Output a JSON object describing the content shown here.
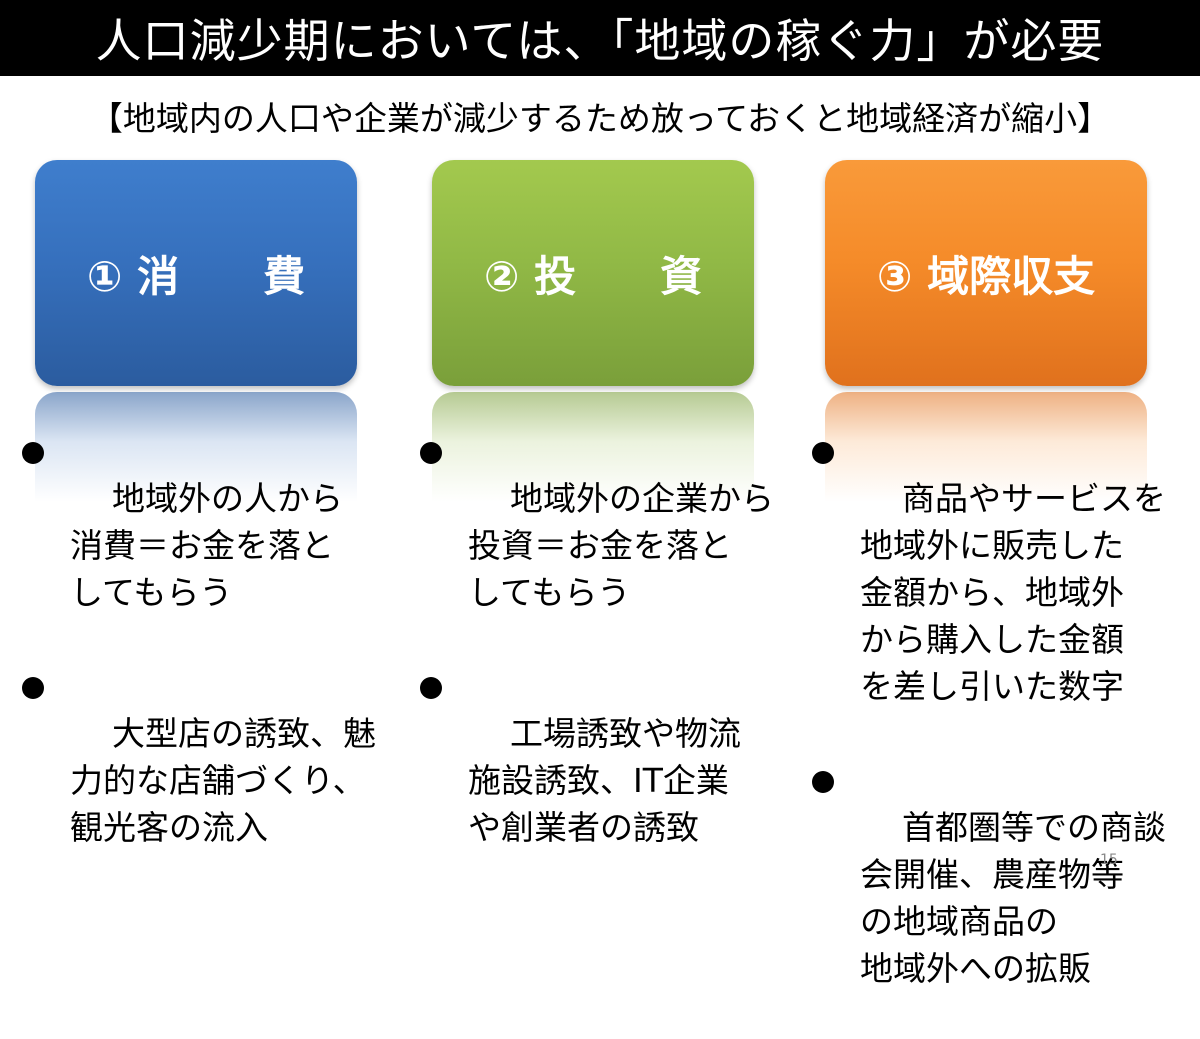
{
  "slide": {
    "title": "人口減少期においては、「地域の稼ぐ力」が必要",
    "subtitle": "【地域内の人口や企業が減少するため放っておくと地域経済が縮小】",
    "page_number": "15"
  },
  "colors": {
    "title_bar": "#000000",
    "box1": "#3670bd",
    "box2": "#91b946",
    "box3": "#f58b29"
  },
  "columns": [
    {
      "label": "① 消　　費",
      "bullets": [
        "地域外の人から\n消費＝お金を落と\nしてもらう",
        "大型店の誘致、魅\n力的な店舗づくり、\n観光客の流入"
      ]
    },
    {
      "label": "② 投　　資",
      "bullets": [
        "地域外の企業から\n投資＝お金を落と\nしてもらう",
        "工場誘致や物流\n施設誘致、IT企業\nや創業者の誘致"
      ]
    },
    {
      "label": "③ 域際収支",
      "bullets": [
        "商品やサービスを\n地域外に販売した\n金額から、地域外\nから購入した金額\nを差し引いた数字",
        "首都圏等での商談\n会開催、農産物等\nの地域商品の\n地域外への拡販"
      ]
    }
  ]
}
